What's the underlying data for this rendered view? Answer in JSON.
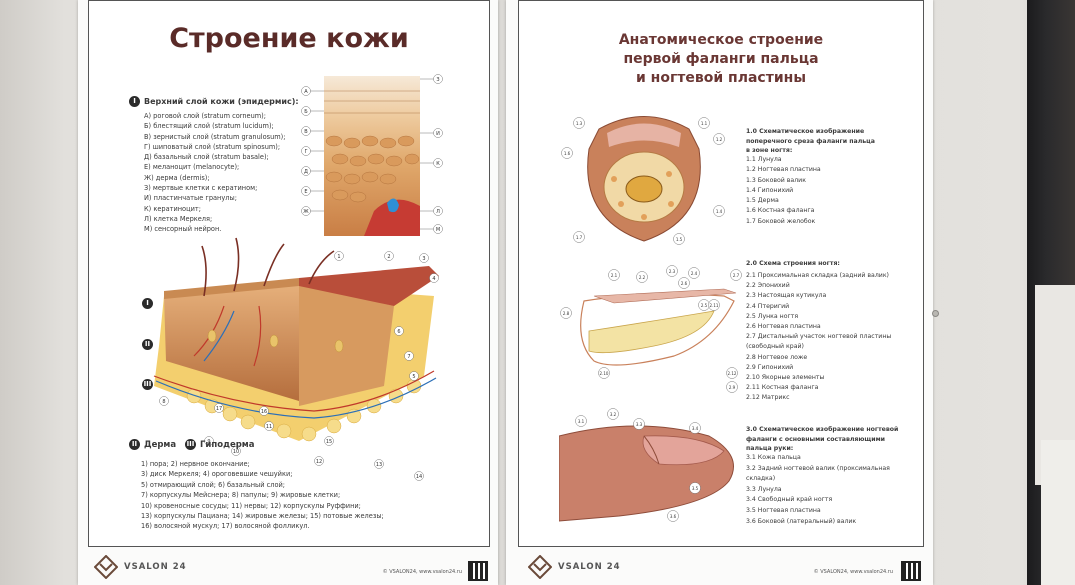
{
  "left_poster": {
    "title": "Строение кожи",
    "epidermis": {
      "badge": "I",
      "heading": "Верхний слой кожи (эпидермис):",
      "items": [
        "А) роговой слой (stratum corneum);",
        "Б) блестящий слой (stratum lucidum);",
        "В) зернистый слой (stratum granulosum);",
        "Г) шиповатый слой (stratum spinosum);",
        "Д) базальный слой (stratum basale);",
        "Е) меланоцит (melanocyte);",
        "Ж) дерма (dermis);",
        "З) мертвые клетки с кератином;",
        "И) пластинчатые гранулы;",
        "К) кератиноцит;",
        "Л) клетка Меркеля;",
        "М) сенсорный нейрон."
      ],
      "diagram_left_labels": [
        "А",
        "Б",
        "В",
        "Г",
        "Д",
        "Е",
        "Ж"
      ],
      "diagram_right_labels": [
        "З",
        "И",
        "К",
        "Л",
        "М"
      ]
    },
    "layer_badges": [
      "I",
      "II",
      "III"
    ],
    "dermis_badge": "II",
    "dermis_label": "Дерма",
    "hypodermis_badge": "III",
    "hypodermis_label": "Гиподерма",
    "dermis_items": [
      "1) пора; 2) нервное окончание;",
      "3) диск Меркеля; 4) ороговевшие чешуйки;",
      "5) отмирающий слой; 6) базальный слой;",
      "7) корпускулы Мейснера; 8) папулы; 9) жировые клетки;",
      "10) кровеносные сосуды; 11) нервы; 12) корпускулы Руффини;",
      "13) корпускулы Пациана; 14) жировые железы; 15) потовые железы;",
      "16) волосяной мускул; 17) волосяной фолликул."
    ],
    "brand": "VSALON 24",
    "copyright": "© VSALON24, www.vsalon24.ru"
  },
  "right_poster": {
    "title_lines": [
      "Анатомическое строение",
      "первой фаланги пальца",
      "и ногтевой пластины"
    ],
    "section1": {
      "heading": [
        "1.0 Схематическое изображение",
        "поперечного среза фаланги пальца",
        "в зоне ногтя:"
      ],
      "items": [
        "1.1 Лунула",
        "1.2 Ногтевая пластина",
        "1.3 Боковой валик",
        "1.4 Гипонихий",
        "1.5 Дерма",
        "1.6 Костная фаланга",
        "1.7 Боковой желобок"
      ],
      "callouts": [
        "1.1",
        "1.2",
        "1.3",
        "1.4",
        "1.5",
        "1.6",
        "1.7"
      ]
    },
    "section2": {
      "heading": [
        "2.0 Схема строения ногтя:"
      ],
      "items": [
        "2.1 Проксимальная складка (задний валик)",
        "2.2 Эпонихий",
        "2.3 Настоящая кутикула",
        "2.4 Птеригий",
        "2.5 Лунка ногтя",
        "2.6 Ногтевая пластина",
        "2.7 Дистальный участок ногтевой пластины",
        "(свободный край)",
        "2.8 Ногтевое ложе",
        "2.9 Гипонихий",
        "2.10 Якорные элементы",
        "2.11 Костная фаланга",
        "2.12 Матрикс"
      ],
      "callouts": [
        "2.1",
        "2.2",
        "2.3",
        "2.4",
        "2.5",
        "2.6",
        "2.7",
        "2.8",
        "2.9",
        "2.10",
        "2.11",
        "2.12"
      ]
    },
    "section3": {
      "heading": [
        "3.0 Схематическое изображение ногтевой",
        "фаланги с основными составляющими",
        "пальца руки:"
      ],
      "items": [
        "3.1 Кожа пальца",
        "3.2 Задний ногтевой валик (проксимальная",
        "складка)",
        "3.3 Лунула",
        "3.4 Свободный край ногтя",
        "3.5 Ногтевая пластина",
        "3.6 Боковой (латеральный) валик"
      ],
      "callouts": [
        "3.1",
        "3.2",
        "3.3",
        "3.4",
        "3.5",
        "3.6"
      ]
    },
    "brand": "VSALON 24",
    "copyright": "© VSALON24, www.vsalon24.ru"
  },
  "colors": {
    "title_brown": "#5a2b28",
    "skin_tan": "#e3b98a",
    "fat_yellow": "#f2c552",
    "vessel_red": "#c0392b",
    "vessel_blue": "#2c6fb7"
  }
}
